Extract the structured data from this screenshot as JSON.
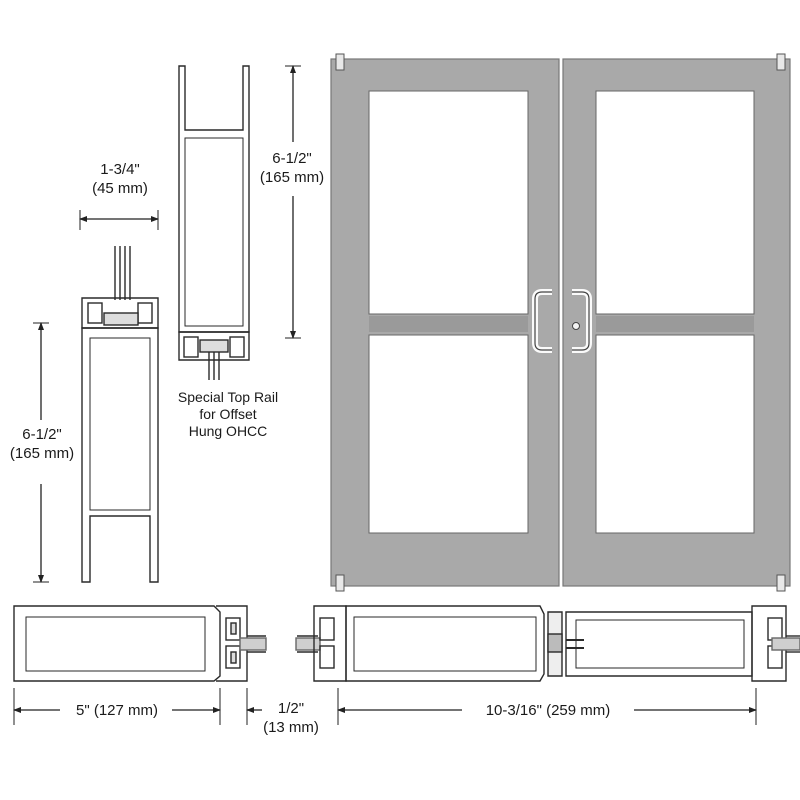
{
  "labels": {
    "side_width_top": "1-3/4\"",
    "side_width_bottom": "(45 mm)",
    "side_height_top": "6-1/2\"",
    "side_height_bottom": "(165 mm)",
    "special_height_top": "6-1/2\"",
    "special_height_bottom": "(165 mm)",
    "special_caption_1": "Special Top Rail",
    "special_caption_2": "for Offset",
    "special_caption_3": "Hung OHCC",
    "stile_width": "5\" (127 mm)",
    "gap_top": "1/2\"",
    "gap_bottom": "(13 mm)",
    "pair_width": "10-3/16\" (259 mm)"
  },
  "colors": {
    "door_finish": "#a9a9a9",
    "line": "#2a2a2a",
    "glass": "#ffffff",
    "background": "#ffffff"
  }
}
